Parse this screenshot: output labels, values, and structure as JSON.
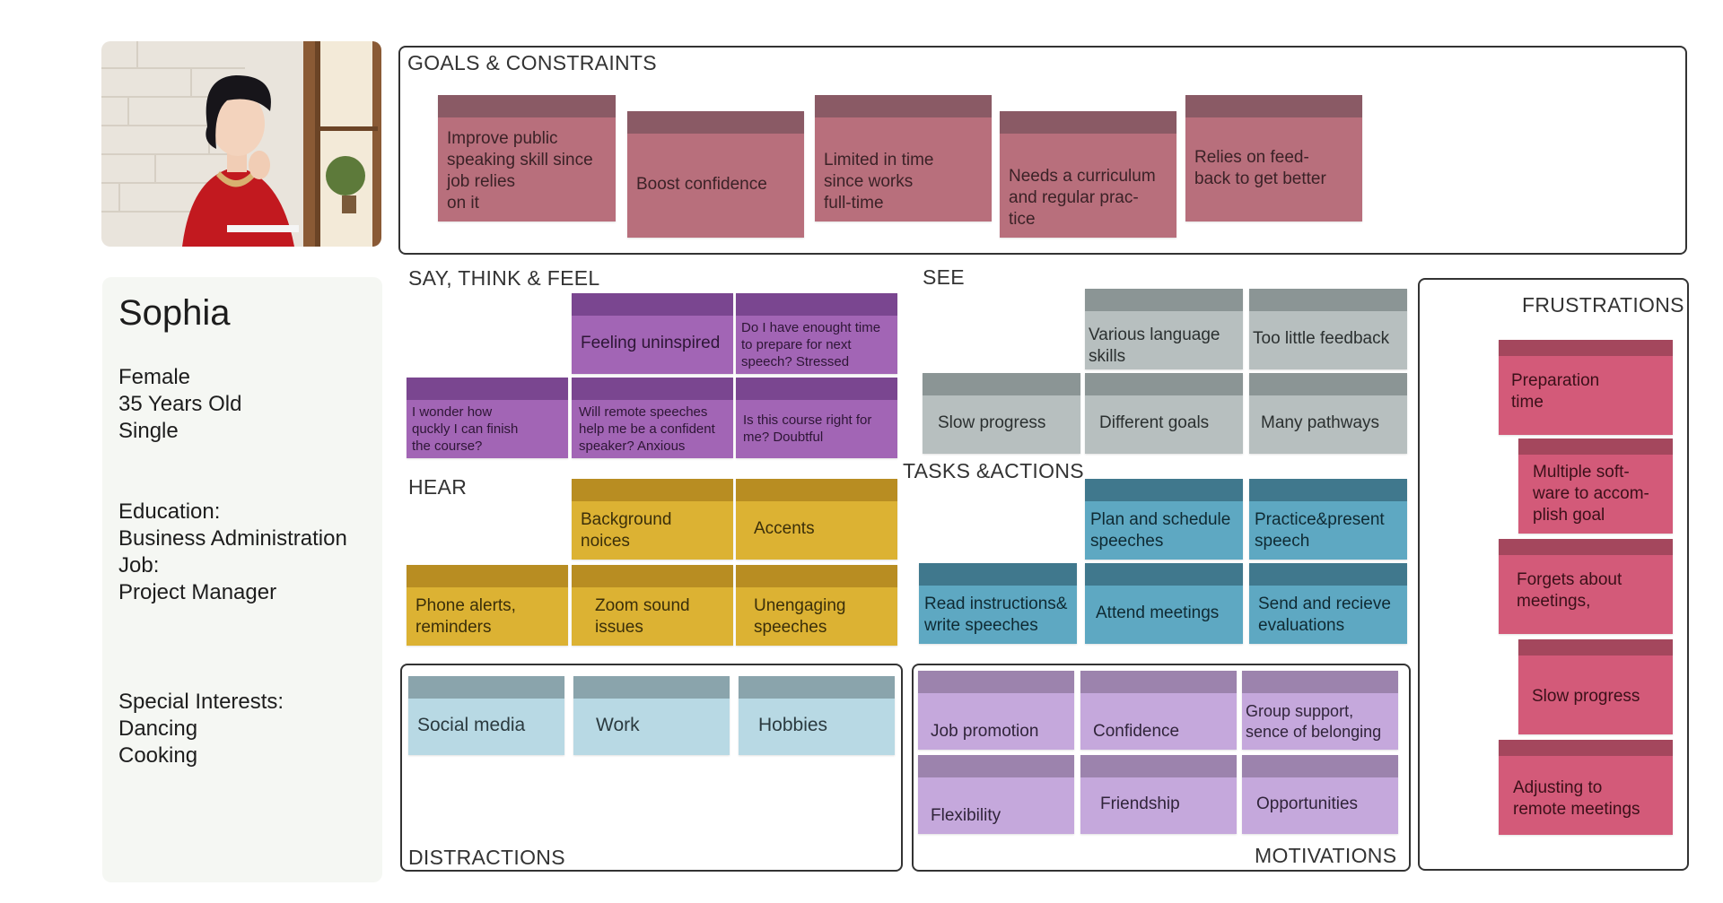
{
  "persona": {
    "name": "Sophia",
    "gender": "Female",
    "age": "35 Years Old",
    "status": "Single",
    "education_label": "Education:",
    "education_value": "Business Administration",
    "job_label": "Job:",
    "job_value": "Project Manager",
    "interests_label": "Special Interests:",
    "interests": [
      "Dancing",
      "Cooking"
    ]
  },
  "goals": {
    "title": "GOALS & CONSTRAINTS",
    "items": [
      "Improve public\nspeaking skill since\njob relies\non it",
      "Boost confidence",
      "Limited in time\nsince works\nfull-time",
      "Needs a curriculum\nand regular prac-\ntice",
      "Relies on feed-\nback to get better"
    ]
  },
  "say_think_feel": {
    "title": "SAY, THINK & FEEL",
    "items": [
      "Feeling uninspired",
      "Do I have enought time\nto prepare for  next\nspeech? Stressed",
      "I wonder how\nquckly I can finish\nthe course?",
      "Will remote speeches\nhelp me be a confident\nspeaker? Anxious",
      "Is this course right for\nme? Doubtful"
    ]
  },
  "hear": {
    "title": "HEAR",
    "items": [
      "Background\nnoices",
      "Accents",
      "Phone alerts,\nreminders",
      "Zoom sound\nissues",
      "Unengaging\nspeeches"
    ]
  },
  "see": {
    "title": "SEE",
    "items": [
      "Various language\nskills",
      "Too little feedback",
      "Slow progress",
      "Different goals",
      "Many pathways"
    ]
  },
  "tasks": {
    "title": "TASKS &ACTIONS",
    "items": [
      "Plan and schedule\nspeeches",
      "Practice&present\nspeech",
      "Read instructions&\nwrite speeches",
      "Attend meetings",
      "Send and recieve\nevaluations"
    ]
  },
  "frustrations": {
    "title": "FRUSTRATIONS",
    "items": [
      "Preparation\ntime",
      "Multiple soft-\nware to accom-\nplish goal",
      "Forgets about\nmeetings,",
      "Slow progress",
      "Adjusting to\nremote meetings"
    ]
  },
  "distractions": {
    "title": "DISTRACTIONS",
    "items": [
      "Social media",
      "Work",
      "Hobbies"
    ]
  },
  "motivations": {
    "title": "MOTIVATIONS",
    "items": [
      "Job promotion",
      "Confidence",
      "Group support,\nsence of belonging",
      "Flexibility",
      "Friendship",
      "Opportunities"
    ]
  },
  "colors": {
    "goals": "#b86f7c",
    "say_think_feel": "#a265b5",
    "hear": "#dcb233",
    "see": "#b7bfbf",
    "tasks": "#5ea8c2",
    "distractions": "#b8d9e4",
    "motivations": "#c5a8dc",
    "frustrations": "#d35a79"
  }
}
